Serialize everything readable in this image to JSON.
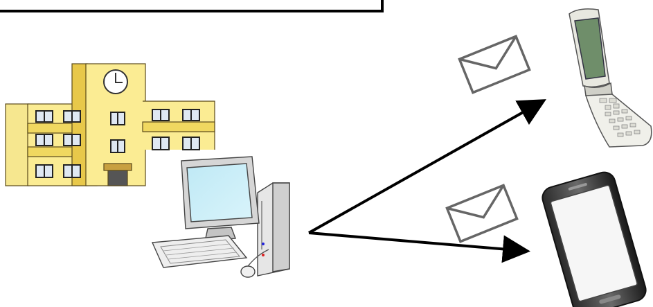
{
  "diagram": {
    "nodes": [
      {
        "id": "school",
        "icon": "school-building-icon"
      },
      {
        "id": "computer",
        "icon": "desktop-computer-icon"
      },
      {
        "id": "flip-phone",
        "icon": "flip-phone-icon"
      },
      {
        "id": "smartphone",
        "icon": "smartphone-icon"
      }
    ],
    "edges": [
      {
        "from": "computer",
        "to": "flip-phone",
        "message_icon": "envelope-icon"
      },
      {
        "from": "computer",
        "to": "smartphone",
        "message_icon": "envelope-icon"
      }
    ]
  }
}
